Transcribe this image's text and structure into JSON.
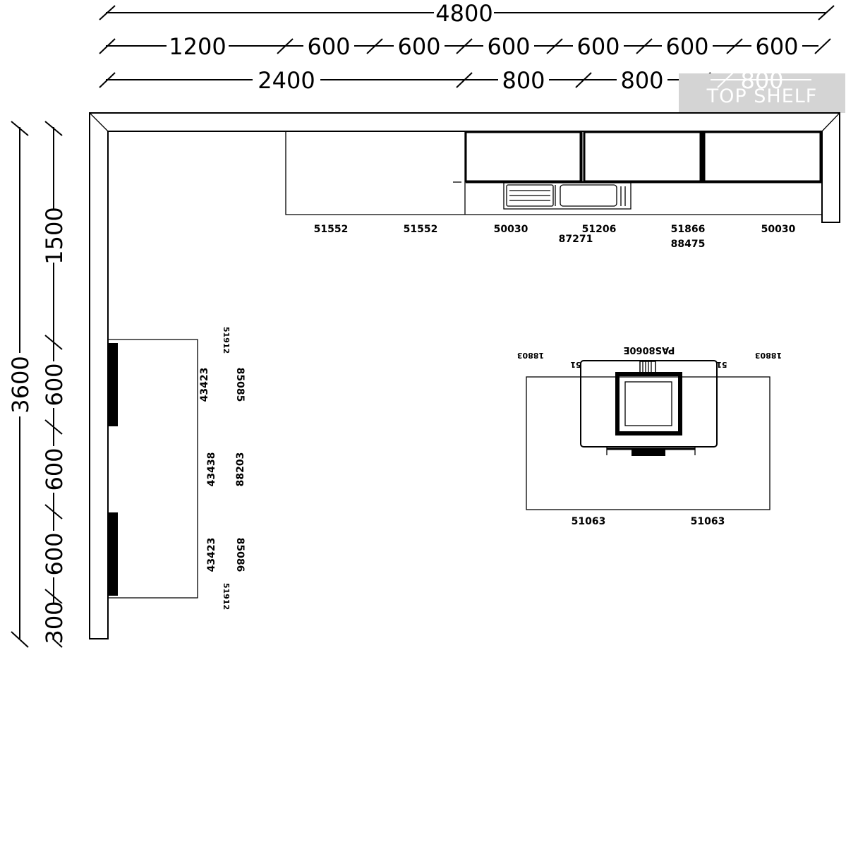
{
  "watermark": {
    "text": "TOP SHELF"
  },
  "dimensions": {
    "top_total": "4800",
    "top_row2": [
      "1200",
      "600",
      "600",
      "600",
      "600",
      "600",
      "600"
    ],
    "top_row3": [
      "2400",
      "800",
      "800",
      "800"
    ],
    "left_total": "3600",
    "left_parts": [
      "1500",
      "600",
      "600",
      "600",
      "300"
    ]
  },
  "labels": {
    "back_wall": [
      "51552",
      "51552",
      "50030",
      "51206",
      "51866",
      "50030"
    ],
    "back_wall_sub": [
      "87271",
      "88475"
    ],
    "left_wall_top": [
      "51912",
      "43423",
      "85085"
    ],
    "left_wall_mid": [
      "43438",
      "88203"
    ],
    "left_wall_bot": [
      "43423",
      "85086",
      "51912"
    ],
    "island_hood": "PAS8060E",
    "island_sides": [
      "18803",
      "18803"
    ],
    "island_small": [
      "51",
      "51"
    ],
    "island_bottom": [
      "51063",
      "51063"
    ]
  }
}
